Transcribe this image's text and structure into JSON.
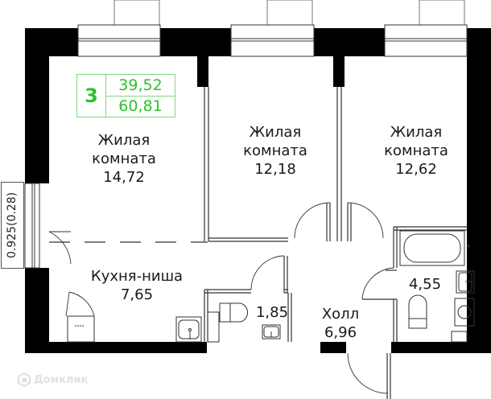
{
  "plan": {
    "type": "apartment-floor-plan",
    "summary": {
      "rooms_count": "3",
      "living_area": "39,52",
      "total_area": "60,81",
      "accent_color": "#2ec02e"
    },
    "rooms": [
      {
        "name_line1": "Жилая",
        "name_line2": "комната",
        "area": "14,72"
      },
      {
        "name_line1": "Жилая",
        "name_line2": "комната",
        "area": "12,18"
      },
      {
        "name_line1": "Жилая",
        "name_line2": "комната",
        "area": "12,62"
      },
      {
        "name_line1": "Кухня-ниша",
        "area": "7,65"
      },
      {
        "area": "1,85"
      },
      {
        "name_line1": "Холл",
        "area": "6,96"
      },
      {
        "area": "4,55"
      }
    ],
    "window_dimension": "0.925(0.28)",
    "watermark": "Домклик"
  }
}
